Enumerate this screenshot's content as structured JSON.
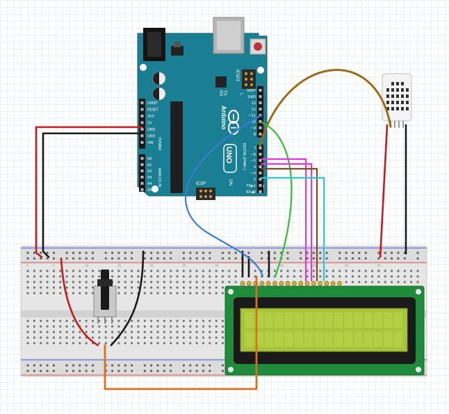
{
  "arduino": {
    "logo_text": "Arduino",
    "model": "UNO",
    "reset_label": "RESET",
    "icsp_label": "ICSP",
    "icsp2_label": "ICSP2",
    "tx_label": "TX",
    "rx_label": "RX",
    "l_label": "L",
    "on_label": "ON",
    "power_header_label": "POWER",
    "analog_header_label": "ANALOG IN",
    "digital_header_label": "DIGITAL (PWM~)",
    "power_pins": [
      "IOREF",
      "RESET",
      "3V3",
      "5V",
      "GND",
      "GND",
      "VIN"
    ],
    "analog_pins": [
      "A0",
      "A1",
      "A2",
      "A3",
      "A4",
      "A5"
    ],
    "digital_pins_top": [
      "AREF",
      "GND",
      "13",
      "12",
      "~11",
      "~10",
      "~9",
      "8"
    ],
    "digital_pins_bottom": [
      "7",
      "~6",
      "~5",
      "4",
      "~3",
      "2",
      "TX▶1",
      "RX◀0"
    ]
  },
  "breadboard": {
    "column_numbers": [
      "1",
      "5",
      "10",
      "15",
      "20",
      "25",
      "30",
      "35",
      "40",
      "45",
      "50",
      "55"
    ]
  },
  "colors": {
    "arduino_blue": "#1b7f94",
    "lcd_pcb": "#1e8c3a",
    "lcd_screen": "#a8c43a",
    "wire_red": "#c21b1b",
    "wire_black": "#1a1a1a",
    "wire_blue": "#3a7bd5",
    "wire_green": "#2fbf2f",
    "wire_magenta": "#e23ad6",
    "wire_brown": "#7a4a22",
    "wire_cyan": "#29c9d0",
    "wire_orange": "#d9701c",
    "wire_sensor": "#9a6b17"
  }
}
